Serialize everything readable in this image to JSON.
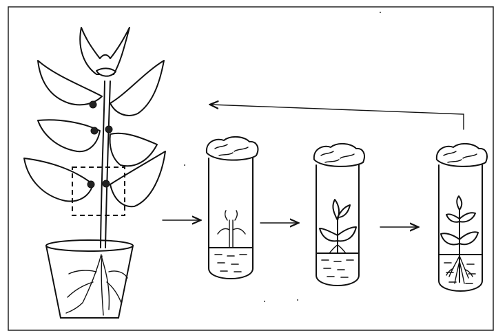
{
  "diagram": {
    "description_labels": [],
    "stages": [
      {
        "id": "mother-plant",
        "icon": "potted-plant-icon"
      },
      {
        "id": "explant-culture",
        "icon": "test-tube-icon"
      },
      {
        "id": "shoot-regeneration",
        "icon": "test-tube-icon"
      },
      {
        "id": "rooted-plantlet",
        "icon": "test-tube-icon"
      }
    ],
    "flow": [
      {
        "from": "mother-plant",
        "to": "explant-culture"
      },
      {
        "from": "explant-culture",
        "to": "shoot-regeneration"
      },
      {
        "from": "shoot-regeneration",
        "to": "rooted-plantlet"
      },
      {
        "from": "rooted-plantlet",
        "to": "mother-plant",
        "style": "return-arrow"
      }
    ],
    "colors": {
      "ink": "#111111",
      "background": "#ffffff"
    }
  }
}
